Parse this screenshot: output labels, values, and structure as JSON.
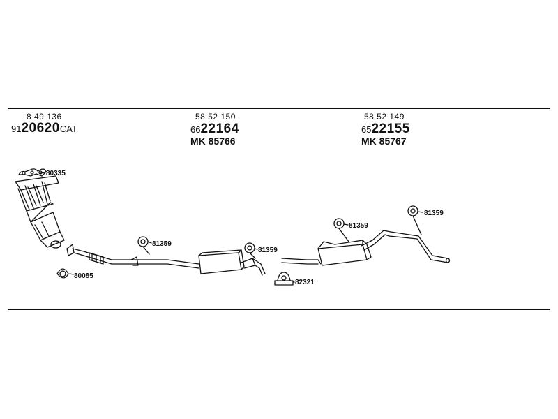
{
  "columns": [
    {
      "part_no": "8 49 136",
      "prefix": "91",
      "main": "20620",
      "suffix": "CAT",
      "mk": ""
    },
    {
      "part_no": "58 52 150",
      "prefix": "66",
      "main": "22164",
      "suffix": "",
      "mk": "MK  85766"
    },
    {
      "part_no": "58 52 149",
      "prefix": "65",
      "main": "22155",
      "suffix": "",
      "mk": "MK  85767"
    }
  ],
  "callouts": {
    "gasket_manifold": "80335",
    "gasket_flange": "80085",
    "mount_front": "81359",
    "mount_center": "81359",
    "clamp": "82321",
    "mount_rear_left": "81359",
    "mount_rear_right": "81359"
  },
  "colors": {
    "line": "#111111",
    "background": "#ffffff"
  }
}
